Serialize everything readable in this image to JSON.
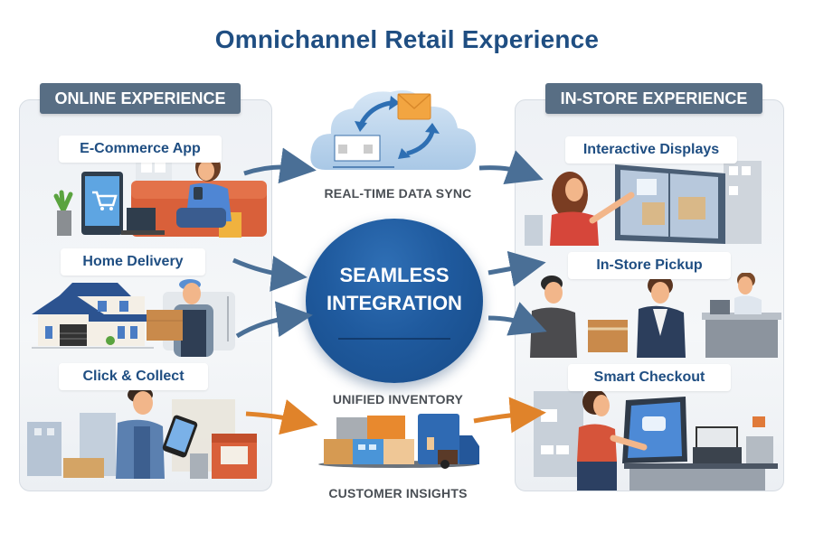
{
  "title": "Omnichannel Retail Experience",
  "left_panel": {
    "header": "ONLINE EXPERIENCE",
    "items": [
      {
        "label": "E-Commerce App",
        "scene": "woman-on-couch-with-phone-tablet-cart-laptop"
      },
      {
        "label": "Home Delivery",
        "scene": "delivery-man-with-box-and-house"
      },
      {
        "label": "Click & Collect",
        "scene": "man-with-tablet-and-storefront"
      }
    ]
  },
  "center": {
    "top_label": "REAL-TIME DATA SYNC",
    "hub_line1": "SEAMLESS",
    "hub_line2": "INTEGRATION",
    "middle_label": "UNIFIED INVENTORY",
    "bottom_label": "CUSTOMER INSIGHTS",
    "icons": [
      "cloud-sync-icon",
      "envelope-icon",
      "inventory-boxes-icon",
      "delivery-truck-icon"
    ]
  },
  "right_panel": {
    "header": "IN-STORE EXPERIENCE",
    "items": [
      {
        "label": "Interactive Displays",
        "scene": "woman-touching-display-screen"
      },
      {
        "label": "In-Store Pickup",
        "scene": "staff-handing-box-to-customer"
      },
      {
        "label": "Smart Checkout",
        "scene": "woman-at-self-checkout-kiosk"
      }
    ]
  },
  "colors": {
    "title": "#1f4e82",
    "header_bg": "#586e84",
    "hub": "#1f5a9e",
    "arrow_blue": "#4a6f96",
    "arrow_orange": "#e0832a",
    "center_text": "#4a4f55"
  }
}
